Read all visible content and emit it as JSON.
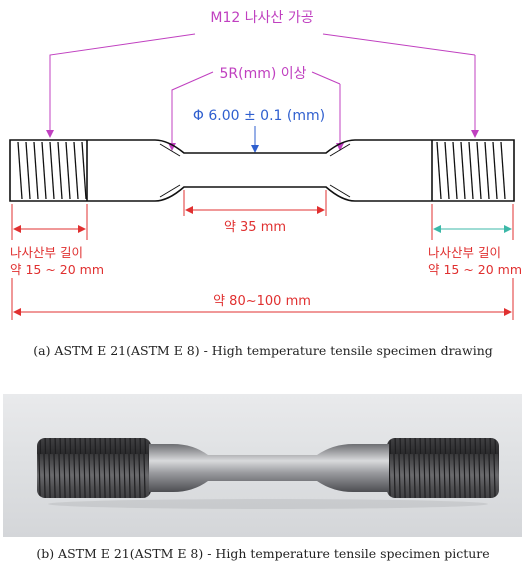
{
  "drawing": {
    "thread_label": "M12 나사산 가공",
    "radius_label": "5R(mm) 이상",
    "diameter_label": "Φ 6.00 ± 0.1 (mm)",
    "gauge_length_label": "약 35 mm",
    "thread_length_left_title": "나사산부 길이",
    "thread_length_left_value": "약 15 ~ 20 mm",
    "thread_length_right_title": "나사산부 길이",
    "thread_length_right_value": "약 15 ~ 20 mm",
    "total_length_label": "약 80~100 mm"
  },
  "captions": {
    "a": "(a) ASTM E 21(ASTM E 8) - High temperature tensile specimen drawing",
    "b": "(b) ASTM E 21(ASTM E 8) - High temperature tensile specimen picture"
  },
  "colors": {
    "magenta": "#c040c0",
    "blue": "#2f5fcf",
    "red": "#e03030",
    "teal": "#3cb8a8",
    "outline": "#111111"
  }
}
